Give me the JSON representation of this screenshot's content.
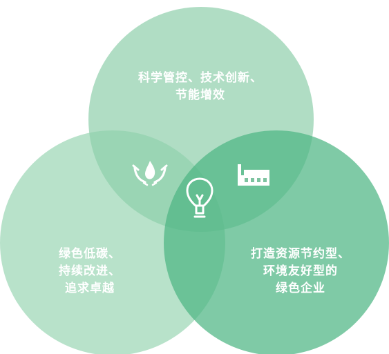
{
  "circles": {
    "top": {
      "lines": [
        "科学管控、技术创新、",
        "节能增效"
      ],
      "color": "#7fc8a0"
    },
    "left": {
      "lines": [
        "绿色低碳、",
        "持续改进、",
        "追求卓越"
      ],
      "color": "#8dd0aa"
    },
    "right": {
      "lines": [
        "打造资源节约型、",
        "环境友好型的",
        "绿色企业"
      ],
      "color": "#4db584"
    }
  },
  "icons": {
    "top_left_overlap": "hands-water-drop-icon",
    "top_right_overlap": "factory-icon",
    "center": "lightbulb-icon"
  }
}
